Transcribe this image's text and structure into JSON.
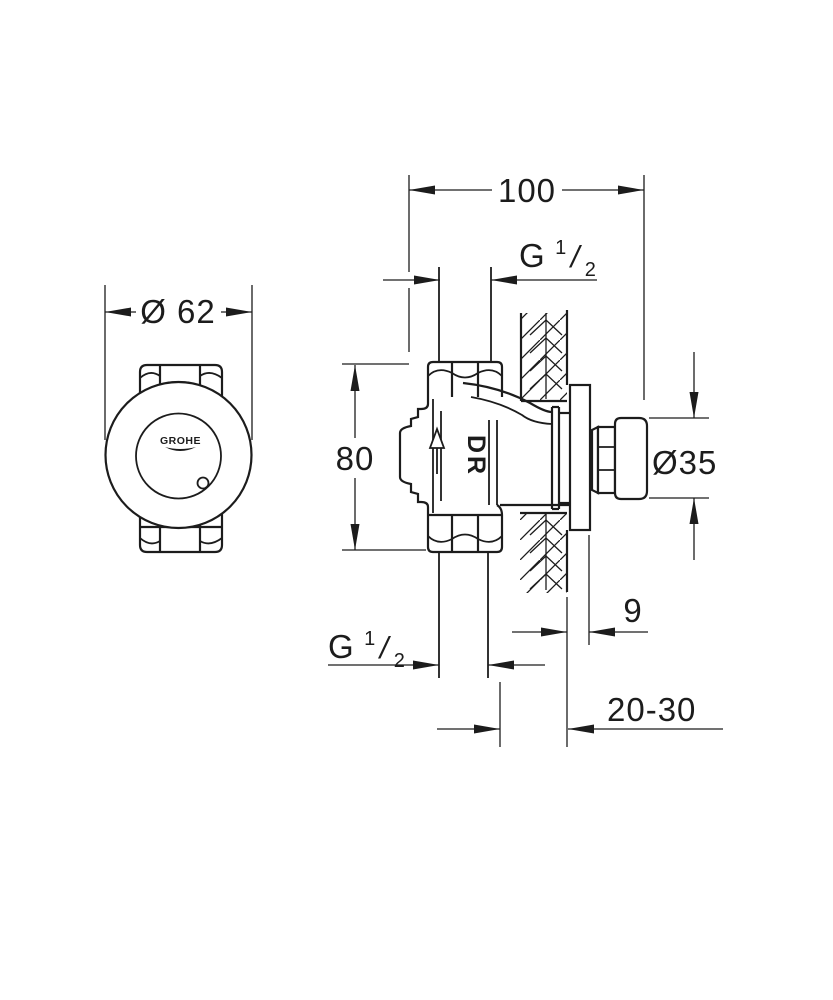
{
  "front_view": {
    "dim_diameter": "Ø 62",
    "brand_logo": "GROHE"
  },
  "side_view": {
    "dim_total_depth": "100",
    "thread_top": {
      "letter": "G",
      "numerator": "1",
      "slash": "/",
      "denominator": "2"
    },
    "dim_body_height": "80",
    "dim_button_diameter": "Ø35",
    "dim_rosette_thickness": "9",
    "thread_bottom": {
      "letter": "G",
      "numerator": "1",
      "slash": "/",
      "denominator": "2"
    },
    "dim_wall_depth_range": "20-30",
    "body_marking": "DR"
  },
  "colors": {
    "background": "#ffffff",
    "line": "#1c1c1c"
  }
}
